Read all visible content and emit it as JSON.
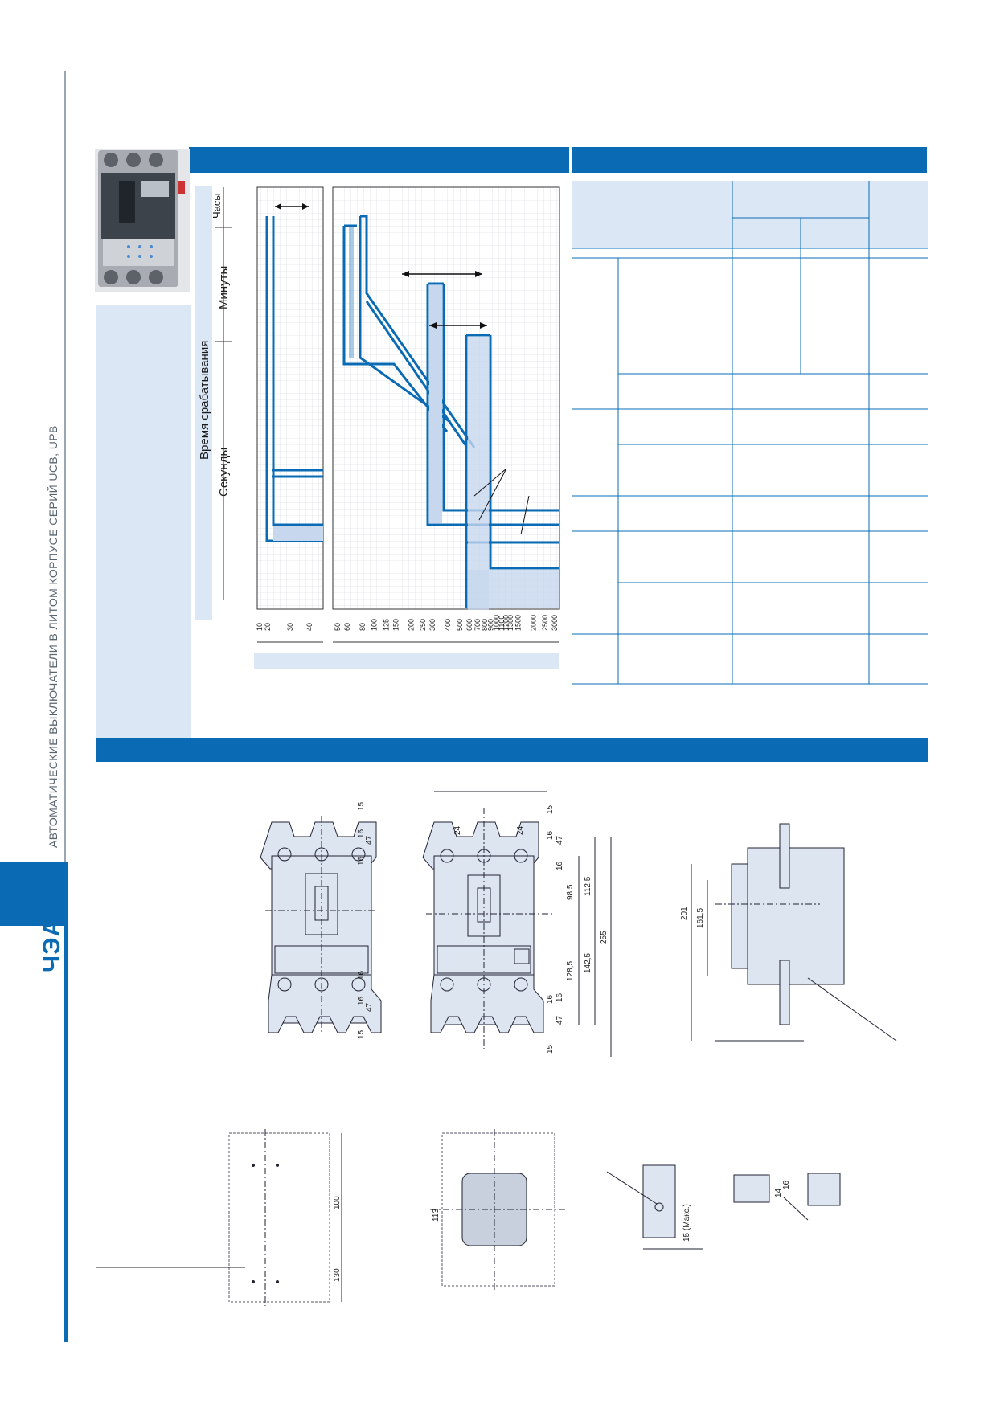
{
  "side_title": "АВТОМАТИЧЕСКИЕ ВЫКЛЮЧАТЕЛИ В ЛИТОМ КОРПУСЕ СЕРИЙ UCB, UPB",
  "logo": "ЧЭАЗ",
  "brand_color": "#0a6bb4",
  "panel_color": "#dce7f5",
  "chart": {
    "yaxis_title": "Время срабатывания",
    "y_regions": [
      "Часы",
      "Минуты",
      "Секунды"
    ],
    "x_ticks_left": [
      "10",
      "20",
      "30",
      "40"
    ],
    "x_ticks_right": [
      "50",
      "60",
      "80",
      "100",
      "125",
      "150",
      "200",
      "250",
      "300",
      "400",
      "500",
      "600",
      "700",
      "800",
      "900",
      "1000",
      "1100",
      "1200",
      "1300",
      "1500",
      "2000",
      "2500",
      "3000"
    ]
  },
  "chart_data": {
    "type": "line",
    "title": "",
    "xlabel": "",
    "ylabel": "Время срабатывания",
    "x_scale": "log",
    "y_scale": "log",
    "y_regions": [
      "Часы",
      "Минуты",
      "Секунды"
    ],
    "x_ticks": [
      10,
      20,
      30,
      40,
      50,
      60,
      80,
      100,
      125,
      150,
      200,
      250,
      300,
      400,
      500,
      600,
      700,
      800,
      900,
      1000,
      1100,
      1200,
      1300,
      1500,
      2000,
      2500,
      3000
    ],
    "grid": true
  },
  "drawings": {
    "front_2": {
      "top1": "15",
      "top2": "16",
      "top3": "47",
      "mid1": "16",
      "bot1": "16",
      "bot2": "16",
      "bot3": "47",
      "bot4": "15"
    },
    "front_4": {
      "top1": "15",
      "top2": "16",
      "top3": "47",
      "p24a": "24",
      "p24b": "24",
      "d16a": "16",
      "d98": "98,5",
      "d112": "112,5",
      "d255": "255",
      "d128": "128,5",
      "d142": "142,5",
      "d16b": "16",
      "d16c": "16",
      "d47": "47",
      "d15": "15"
    },
    "side": {
      "d201": "201",
      "d161": "161,5"
    },
    "cutout_a": {
      "d100": "100",
      "d130": "130"
    },
    "cutout_b": {
      "d113": "113"
    },
    "terminal": {
      "max": "15 (Макс.)"
    },
    "bar": {
      "d14": "14",
      "d16": "16"
    }
  }
}
